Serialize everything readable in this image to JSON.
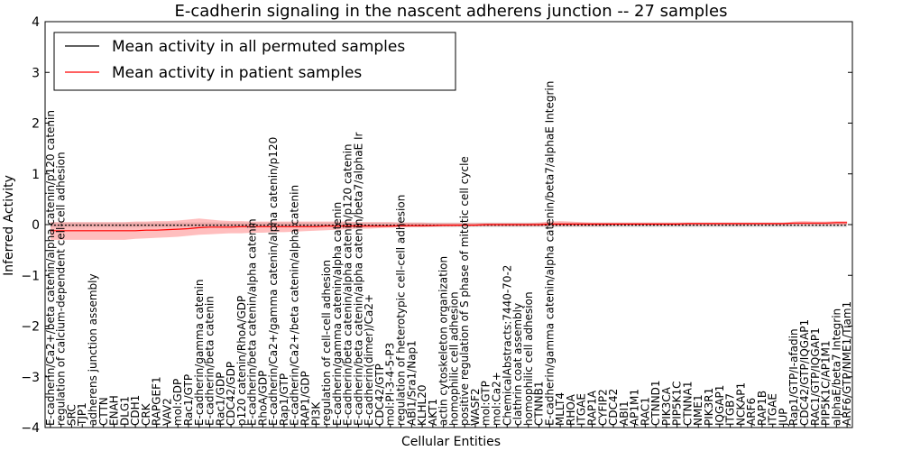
{
  "chart_data": {
    "type": "line",
    "title": "E-cadherin signaling in the nascent adherens junction -- 27 samples",
    "xlabel": "Cellular Entities",
    "ylabel": "Inferred Activity",
    "ylim": [
      -4,
      4
    ],
    "yticks": [
      "−4",
      "−3",
      "−2",
      "−1",
      "0",
      "1",
      "2",
      "3",
      "4"
    ],
    "grid": false,
    "legend_position": "top-left",
    "categories": [
      "E-cadherin/Ca2+/beta catenin/alpha catenin/p120 catenin",
      "regulation of calcium-dependent cell-cell adhesion",
      "SRC",
      "TJP1",
      "adherens junction assembly",
      "CTTN",
      "ENAH",
      "DLG1",
      "CDH1",
      "CRK",
      "RAPGEF1",
      "VAV2",
      "mol:GDP",
      "Rac1/GTP",
      "E-cadherin/gamma catenin",
      "E-cadherin/beta catenin",
      "Rac1/GDP",
      "CDC42/GDP",
      "p120 catenin/RhoA/GDP",
      "E-cadherin/beta catenin/alpha catenin",
      "RhoA/GDP",
      "E-cadherin/Ca2+/gamma catenin/alpha catenin/p120",
      "Rap1/GTP",
      "E-cadherin/Ca2+/beta catenin/alpha catenin",
      "RAP1/GDP",
      "PI3K",
      "regulation of cell-cell adhesion",
      "E-cadherin/gamma catenin/alpha catenin",
      "E-cadherin/beta catenin/alpha catenin/p120 catenin",
      "E-cadherin/beta catenin/alpha catenin/beta7/alphaE Ir",
      "E-cadherin(dimer)/Ca2+",
      "CDC42/GTP",
      "mol:PI-3-4-5-P3",
      "regulation of heterotypic cell-cell adhesion",
      "ABI1/Sra1/Nap1",
      "KLHL20",
      "AKT1",
      "actin cytoskeleton organization",
      "homophilic cell adhesion",
      "positive regulation of S phase of mitotic cell cycle",
      "WASF2",
      "mol:GTP",
      "mol:Ca2+",
      "ChemicalAbstracts:7440-70-2",
      "clathrin coat assembly",
      "homophilic cell adhesion",
      "CTNNB1",
      "E-cadherin/gamma catenin/alpha catenin/beta7/alphaE Integrin",
      "MLLT4",
      "RHOA",
      "ITGAE",
      "RAP1A",
      "CYFIP2",
      "CDC42",
      "ABI1",
      "AP1M1",
      "RAC1",
      "CTNND1",
      "PIK3CA",
      "PIP5K1C",
      "CTNNA1",
      "NME1",
      "PIK3R1",
      "IQGAP1",
      "ITGB7",
      "NCKAP1",
      "ARF6",
      "RAP1B",
      "ITGAE",
      "JUP",
      "Rap1/GTP/I-afadin",
      "CDC42/GTP/IQGAP1",
      "RAC1/GTP/IQGAP1",
      "PIP5K1C/AP1M1",
      "alphaE/beta7 Integrin",
      "ARF6/GTP/NME1/Tiam1"
    ],
    "series": [
      {
        "name": "Mean activity in all permuted samples",
        "color": "#000000",
        "style": "dotted",
        "values": [
          -0.01,
          -0.01,
          -0.01,
          -0.01,
          -0.01,
          -0.01,
          -0.01,
          -0.01,
          -0.01,
          -0.01,
          -0.01,
          -0.01,
          -0.01,
          -0.01,
          -0.01,
          -0.01,
          -0.01,
          -0.01,
          -0.01,
          -0.01,
          -0.01,
          -0.01,
          -0.01,
          -0.01,
          -0.01,
          -0.01,
          -0.01,
          -0.01,
          -0.01,
          -0.01,
          -0.01,
          -0.01,
          -0.01,
          -0.01,
          -0.01,
          -0.01,
          -0.01,
          -0.01,
          -0.01,
          -0.01,
          -0.01,
          -0.01,
          -0.01,
          -0.01,
          -0.01,
          -0.01,
          -0.01,
          -0.01,
          -0.01,
          -0.01,
          -0.01,
          -0.01,
          -0.01,
          -0.01,
          -0.01,
          -0.01,
          -0.01,
          -0.01,
          -0.01,
          -0.01,
          -0.01,
          -0.01,
          -0.01,
          -0.01,
          -0.01,
          -0.01,
          -0.01,
          -0.01,
          -0.01,
          -0.01,
          -0.01,
          -0.01,
          -0.01,
          -0.01,
          -0.01,
          -0.01
        ],
        "band_upper": [
          0.04,
          0.04,
          0.04,
          0.04,
          0.04,
          0.04,
          0.04,
          0.04,
          0.04,
          0.04,
          0.04,
          0.04,
          0.04,
          0.04,
          0.04,
          0.04,
          0.04,
          0.04,
          0.04,
          0.04,
          0.04,
          0.04,
          0.04,
          0.04,
          0.04,
          0.04,
          0.04,
          0.04,
          0.04,
          0.04,
          0.04,
          0.04,
          0.04,
          0.04,
          0.04,
          0.04,
          0.04,
          0.04,
          0.04,
          0.04,
          0.04,
          0.04,
          0.04,
          0.04,
          0.04,
          0.04,
          0.04,
          0.04,
          0.04,
          0.04,
          0.04,
          0.04,
          0.04,
          0.04,
          0.04,
          0.04,
          0.04,
          0.04,
          0.04,
          0.04,
          0.04,
          0.04,
          0.04,
          0.04,
          0.04,
          0.04,
          0.04,
          0.04,
          0.04,
          0.04,
          0.04,
          0.04,
          0.04,
          0.04,
          0.04,
          0.04
        ],
        "band_lower": [
          -0.05,
          -0.05,
          -0.05,
          -0.05,
          -0.05,
          -0.05,
          -0.05,
          -0.05,
          -0.05,
          -0.05,
          -0.05,
          -0.05,
          -0.05,
          -0.05,
          -0.05,
          -0.05,
          -0.05,
          -0.05,
          -0.05,
          -0.05,
          -0.05,
          -0.05,
          -0.05,
          -0.05,
          -0.05,
          -0.05,
          -0.05,
          -0.05,
          -0.05,
          -0.05,
          -0.05,
          -0.05,
          -0.05,
          -0.05,
          -0.05,
          -0.05,
          -0.05,
          -0.05,
          -0.05,
          -0.05,
          -0.05,
          -0.05,
          -0.05,
          -0.05,
          -0.05,
          -0.05,
          -0.05,
          -0.05,
          -0.05,
          -0.05,
          -0.05,
          -0.05,
          -0.05,
          -0.05,
          -0.05,
          -0.05,
          -0.05,
          -0.05,
          -0.05,
          -0.05,
          -0.05,
          -0.05,
          -0.05,
          -0.05,
          -0.05,
          -0.05,
          -0.05,
          -0.05,
          -0.05,
          -0.05,
          -0.05,
          -0.05,
          -0.05,
          -0.05,
          -0.05,
          -0.05
        ]
      },
      {
        "name": "Mean activity in patient samples",
        "color": "#ff0000",
        "style": "solid",
        "values": [
          -0.12,
          -0.12,
          -0.12,
          -0.12,
          -0.12,
          -0.12,
          -0.12,
          -0.12,
          -0.12,
          -0.11,
          -0.11,
          -0.1,
          -0.09,
          -0.08,
          -0.06,
          -0.05,
          -0.05,
          -0.05,
          -0.04,
          -0.04,
          -0.04,
          -0.04,
          -0.04,
          -0.04,
          -0.04,
          -0.04,
          -0.03,
          -0.03,
          -0.03,
          -0.03,
          -0.03,
          -0.03,
          -0.03,
          -0.02,
          -0.02,
          -0.02,
          -0.02,
          -0.01,
          -0.01,
          -0.01,
          -0.01,
          0.0,
          0.0,
          0.0,
          0.0,
          0.0,
          0.0,
          0.01,
          0.01,
          0.01,
          0.01,
          0.01,
          0.01,
          0.01,
          0.01,
          0.01,
          0.01,
          0.01,
          0.01,
          0.01,
          0.02,
          0.02,
          0.02,
          0.02,
          0.02,
          0.02,
          0.02,
          0.02,
          0.02,
          0.02,
          0.03,
          0.03,
          0.03,
          0.03,
          0.04,
          0.04
        ],
        "band_upper": [
          0.05,
          0.05,
          0.05,
          0.05,
          0.05,
          0.05,
          0.05,
          0.05,
          0.06,
          0.06,
          0.07,
          0.07,
          0.08,
          0.1,
          0.12,
          0.1,
          0.08,
          0.07,
          0.07,
          0.06,
          0.06,
          0.06,
          0.06,
          0.06,
          0.06,
          0.06,
          0.06,
          0.06,
          0.06,
          0.05,
          0.05,
          0.05,
          0.05,
          0.04,
          0.04,
          0.04,
          0.03,
          0.03,
          0.03,
          0.03,
          0.03,
          0.03,
          0.03,
          0.03,
          0.03,
          0.03,
          0.04,
          0.06,
          0.07,
          0.06,
          0.05,
          0.04,
          0.04,
          0.04,
          0.04,
          0.04,
          0.04,
          0.04,
          0.04,
          0.04,
          0.04,
          0.04,
          0.04,
          0.04,
          0.04,
          0.04,
          0.04,
          0.04,
          0.04,
          0.04,
          0.06,
          0.07,
          0.06,
          0.06,
          0.07,
          0.07
        ],
        "band_lower": [
          -0.3,
          -0.3,
          -0.3,
          -0.3,
          -0.3,
          -0.3,
          -0.3,
          -0.3,
          -0.28,
          -0.27,
          -0.26,
          -0.25,
          -0.24,
          -0.22,
          -0.2,
          -0.19,
          -0.18,
          -0.17,
          -0.17,
          -0.16,
          -0.16,
          -0.15,
          -0.15,
          -0.14,
          -0.13,
          -0.12,
          -0.11,
          -0.1,
          -0.09,
          -0.08,
          -0.08,
          -0.07,
          -0.06,
          -0.06,
          -0.05,
          -0.05,
          -0.04,
          -0.04,
          -0.04,
          -0.03,
          -0.03,
          -0.03,
          -0.03,
          -0.03,
          -0.03,
          -0.03,
          -0.03,
          -0.03,
          -0.03,
          -0.03,
          -0.03,
          -0.03,
          -0.03,
          -0.02,
          -0.02,
          -0.02,
          -0.02,
          -0.02,
          -0.02,
          -0.02,
          -0.02,
          -0.02,
          -0.02,
          -0.02,
          -0.02,
          -0.02,
          -0.01,
          -0.01,
          -0.01,
          -0.01,
          -0.01,
          -0.01,
          -0.01,
          -0.01,
          -0.01,
          -0.01
        ]
      }
    ]
  }
}
